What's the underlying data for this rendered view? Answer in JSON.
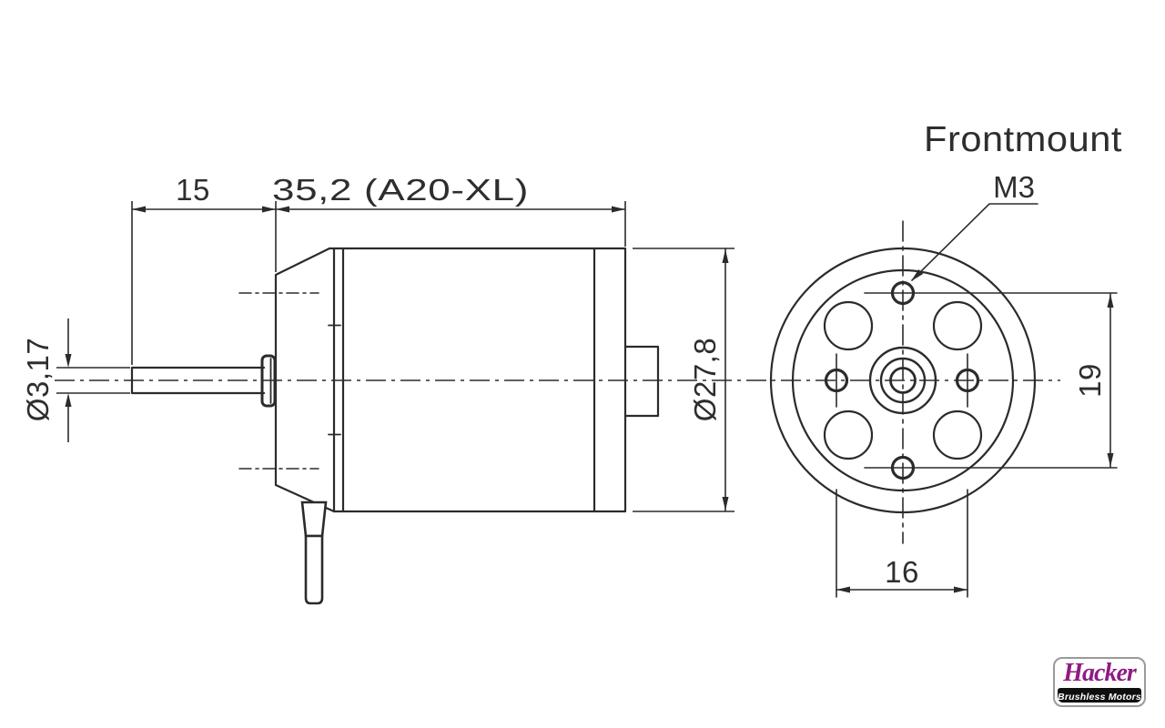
{
  "drawing": {
    "side_view": {
      "dim_shaft_length": "15",
      "dim_body_length": "35,2 (A20-XL)",
      "dim_shaft_diameter": "Ø3,17",
      "dim_body_diameter": "Ø27,8"
    },
    "front_view": {
      "title": "Frontmount",
      "thread_label": "M3",
      "dim_hole_spacing_vertical": "19",
      "dim_hole_spacing_horizontal": "16"
    }
  },
  "logo": {
    "brand": "Hacker",
    "tagline": "Brushless Motors",
    "brand_color": "#8e1b84",
    "bar_color": "#0f0f0f"
  },
  "colors": {
    "line": "#2b2b2b",
    "background": "#ffffff"
  }
}
